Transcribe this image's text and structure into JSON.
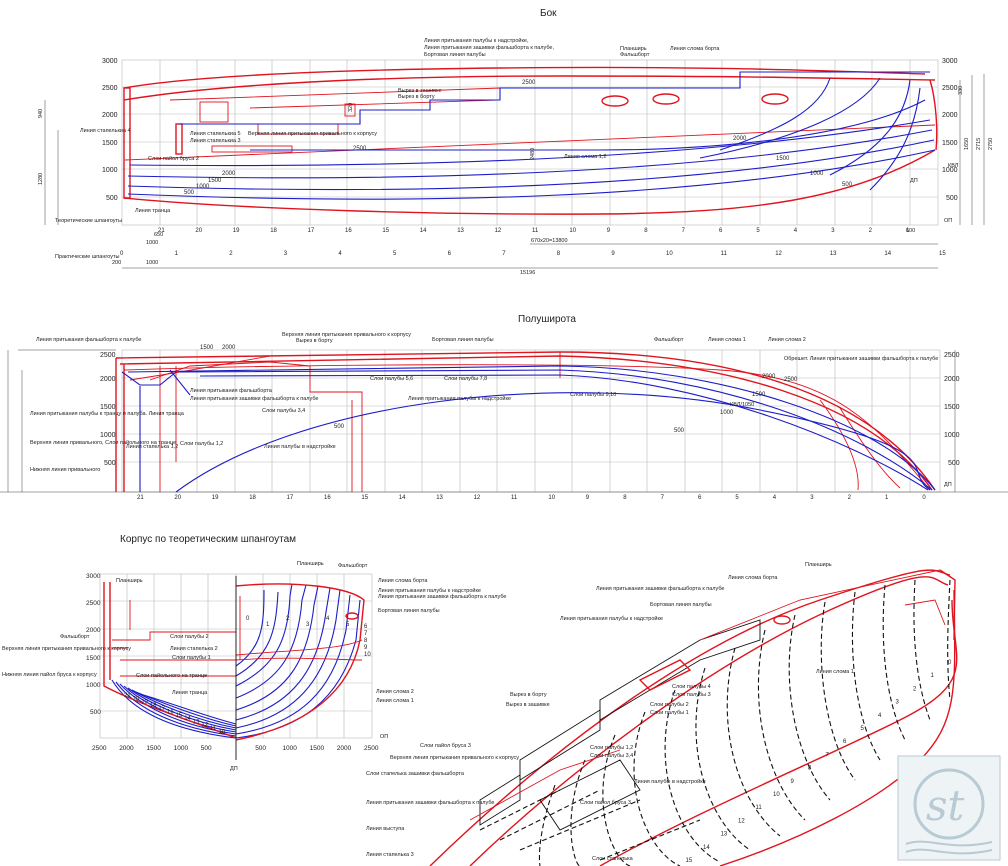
{
  "titles": {
    "side": "Бок",
    "halfbreadth": "Полуширота",
    "body_plan": "Корпус по теоретическим шпангоутам"
  },
  "side_view": {
    "y_ticks": [
      "3000",
      "2500",
      "2000",
      "1500",
      "1000",
      "500"
    ],
    "station_numbers": [
      "0",
      "1",
      "2",
      "3",
      "4",
      "5",
      "6",
      "7",
      "8",
      "9",
      "10",
      "11",
      "12",
      "13",
      "14",
      "15"
    ],
    "frame_numbers": [
      "21",
      "20",
      "19",
      "18",
      "17",
      "16",
      "15",
      "14",
      "13",
      "12",
      "11",
      "10",
      "9",
      "8",
      "7",
      "6",
      "5",
      "4",
      "3",
      "2",
      "1"
    ],
    "labels": {
      "sheer": "Линия притыкания палубы к надстройке,",
      "sheer2": "Линия притыкания зашивки фальшборта к палубе,",
      "sheer3": "Бортовая линия палубы",
      "bulwark": "Планширь",
      "bulwark2": "Фальшборт",
      "chine": "Линия слома борта",
      "cutout": "Вырез в зашивке",
      "cutout2": "Вырез в борту",
      "stringer4": "Линия стапелькиа 4",
      "keelson": "Слои пайол бруса 2",
      "stringer3": "Линия стапелькиа 3",
      "stringer5": "Линия стапелькиа 5",
      "upper": "Верхняя линия притыкания привального к корпусу",
      "shell": "Линия стапелька",
      "chine2": "Линия слома 1,2",
      "keel": "Линия транца",
      "dp": "ДП",
      "op": "ОП",
      "kvl": "КВЛ",
      "theor": "Теоретические шпангоуты",
      "pract": "Практические шпангоуты"
    },
    "values": {
      "w2500": "2500",
      "w2000": "2000",
      "w1500": "1500",
      "w1000": "1000",
      "w500": "500",
      "span": "670х20=13800",
      "total": "15196",
      "d600": "600",
      "d650": "650",
      "d1000": "1000",
      "d200": "200",
      "h2480": "2480",
      "h2715": "2715",
      "h2750": "2750",
      "h1650": "1650",
      "h1280": "1280",
      "h940": "940",
      "h320": "320",
      "h330": "330"
    }
  },
  "half_view": {
    "y_ticks": [
      "2500",
      "2000",
      "1500",
      "1000",
      "500"
    ],
    "frame_numbers": [
      "21",
      "20",
      "19",
      "18",
      "17",
      "16",
      "15",
      "14",
      "13",
      "12",
      "11",
      "10",
      "9",
      "8",
      "7",
      "6",
      "5",
      "4",
      "3",
      "2",
      "1",
      "0"
    ],
    "labels": {
      "deckline": "Линия притыкания фальшборта к палубе",
      "upper": "Верхняя линия притыкания привального к корпусу",
      "cut": "Вырез в борту",
      "board": "Бортовая линия палубы",
      "bulwark": "Фальшборт",
      "chine1": "Линия слома 1",
      "chine2": "Линия слома 2",
      "stern": "Линия притыкания палубы к транцу и палуба. Линия транца",
      "upper2": "Верхняя линия привального, Слои пайольного на транце",
      "lower": "Нижняя линия привального",
      "sheer": "Линия притыкания фальшборта",
      "sheer2": "Линия притыкания зашивки фальшборта к палубе",
      "layer56": "Слои палубы 5,6",
      "layer78": "Слои палубы 7,8",
      "deckline2": "Линия притыкания палубы к надстройке",
      "layer910": "Слои палубы 9,10",
      "layer34": "Слои палубы 3,4",
      "layer12": "Слои палубы 1,2",
      "deck": "Линия палубы в надстройке",
      "stringer": "Линия стапелька 1,2",
      "kvl": "КВЛ/1050",
      "dp": "ДП",
      "lines": "Обрешет. Линия притыкания зашивки фальшборта к палубе"
    },
    "values": {
      "w2500": "2500",
      "w2000": "2000",
      "w1500": "1500",
      "w1000": "1000",
      "w500": "500",
      "d2500": "2500",
      "d2000": "2000",
      "d1500": "1500",
      "d1000": "1000",
      "d500": "500"
    }
  },
  "body_plan": {
    "y_ticks": [
      "3000",
      "2500",
      "2000",
      "1500",
      "1000",
      "500"
    ],
    "x_ticks": [
      "2500",
      "2000",
      "1500",
      "1000",
      "500",
      "",
      "500",
      "1000",
      "1500",
      "2000",
      "2500"
    ],
    "left_frames": [
      "21",
      "20",
      "19",
      "18",
      "17",
      "16",
      "15",
      "14",
      "13",
      "12",
      "11",
      "10"
    ],
    "right_frames": [
      "0",
      "1",
      "2",
      "3",
      "4",
      "5",
      "6",
      "7",
      "8",
      "9",
      "10"
    ],
    "labels": {
      "planshir": "Планширь",
      "bulwark": "Фальшборт",
      "planshir2": "Планширь",
      "bulwark2": "Фальшборт",
      "chine": "Линия слома борта",
      "sheer": "Линия притыкания палубы к надстройке",
      "sheer2": "Линия притыкания зашивки фальшборта к палубе",
      "board": "Бортовая линия палубы",
      "layer2": "Слои палубы 2",
      "stringer2": "Линия стапелька 2",
      "layer1": "Слои палубы 1",
      "upper": "Верхняя линия притыкания привального к корпусу",
      "lower": "Нижняя линия пайол бруса к корпусу",
      "transom": "Слои пайольного на транце",
      "keel": "Линия транца",
      "chine2": "Линия слома 2",
      "chine1": "Линия слома 1",
      "dp": "ДП",
      "op": "ОП"
    }
  },
  "iso_view": {
    "labels": {
      "planshir": "Планширь",
      "chine": "Линия слома борта",
      "sheer": "Линия притыкания зашивки фальшборта к палубе",
      "board": "Бортовая линия палубы",
      "deckline": "Линия притыкания палубы к надстройке",
      "chine1": "Линия слома 1",
      "stringer4": "Слои палубы 4",
      "stringer3": "Слои палубы 3",
      "stringer2": "Слои палубы 2",
      "stringer1": "Слои палубы 1",
      "cut": "Вырез в борту",
      "cut2": "Вырез в зашивке",
      "deckline2": "Линия палубы в надстройке",
      "layer12": "Слои палубы 1,2",
      "layer34": "Слои палубы 3,4",
      "keelson": "Слои пайол бруса 3",
      "upper": "Верхняя линия притыкания привального к корпусу",
      "zashivka": "Слои стапелька зашивки фальшборта",
      "sheer3": "Линия притыкания зашивки фальшборта к палубе",
      "vystup": "Линия выступа",
      "layer": "Слои пайол бруса 3",
      "stringer": "Линия стапелька 3",
      "stringer_b": "Слои стапелька"
    },
    "numbers": [
      "0",
      "1",
      "2",
      "3",
      "4",
      "5",
      "6",
      "7",
      "8",
      "9",
      "10",
      "11",
      "12",
      "13",
      "14",
      "15"
    ]
  },
  "logo": "st"
}
